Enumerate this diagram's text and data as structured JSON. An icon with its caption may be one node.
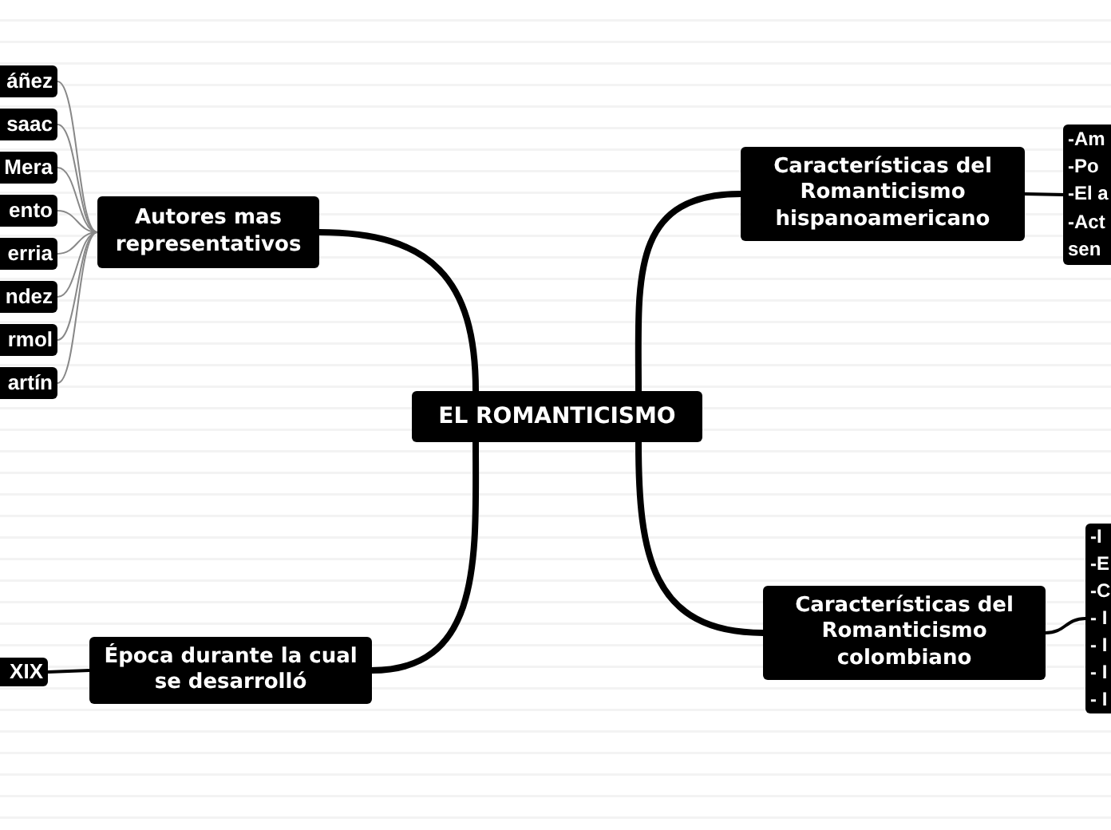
{
  "diagram": {
    "nodes": [
      {
        "text": [
          "EL ROMANTICISMO"
        ]
      },
      {
        "text": [
          "Características del Romanticismo hispanoamericano"
        ]
      },
      {
        "text": [
          "-Am",
          "-Po",
          "-El a",
          "-Act sen"
        ]
      },
      {
        "text": [
          "Características del Romanticismo colombiano"
        ]
      },
      {
        "text": [
          "-I",
          "-E",
          "-C",
          "- I",
          "- I",
          "- I",
          "- I"
        ]
      },
      {
        "text": [
          "Época durante la cual se desarrolló"
        ]
      },
      {
        "text": [
          "XIX"
        ]
      },
      {
        "text": [
          "Autores mas representativos"
        ]
      },
      {
        "text": [
          "áñez"
        ]
      },
      {
        "text": [
          "saac"
        ]
      },
      {
        "text": [
          "Mera"
        ]
      },
      {
        "text": [
          "ento"
        ]
      },
      {
        "text": [
          "erria"
        ]
      },
      {
        "text": [
          "ndez"
        ]
      },
      {
        "text": [
          "rmol"
        ]
      },
      {
        "text": [
          "artín"
        ]
      }
    ],
    "edges": [
      {
        "from": 0,
        "to": 1,
        "arrow": "none",
        "style": "thick",
        "color": "#000000"
      },
      {
        "from": 0,
        "to": 3,
        "arrow": "none",
        "style": "thick",
        "color": "#000000"
      },
      {
        "from": 0,
        "to": 5,
        "arrow": "none",
        "style": "thick",
        "color": "#000000"
      },
      {
        "from": 0,
        "to": 7,
        "arrow": "none",
        "style": "thick",
        "color": "#000000"
      },
      {
        "from": 1,
        "to": 2,
        "arrow": "none",
        "color": "#000000"
      },
      {
        "from": 3,
        "to": 4,
        "arrow": "none",
        "color": "#000000"
      },
      {
        "from": 5,
        "to": 6,
        "arrow": "none",
        "color": "#000000"
      },
      {
        "from": 7,
        "to": 8,
        "arrow": "none"
      },
      {
        "from": 7,
        "to": 9,
        "arrow": "none"
      },
      {
        "from": 7,
        "to": 10,
        "arrow": "none"
      },
      {
        "from": 7,
        "to": 11,
        "arrow": "none"
      },
      {
        "from": 7,
        "to": 12,
        "arrow": "none"
      },
      {
        "from": 7,
        "to": 13,
        "arrow": "none"
      },
      {
        "from": 7,
        "to": 14,
        "arrow": "none"
      },
      {
        "from": 7,
        "to": 15,
        "arrow": "none"
      }
    ]
  }
}
